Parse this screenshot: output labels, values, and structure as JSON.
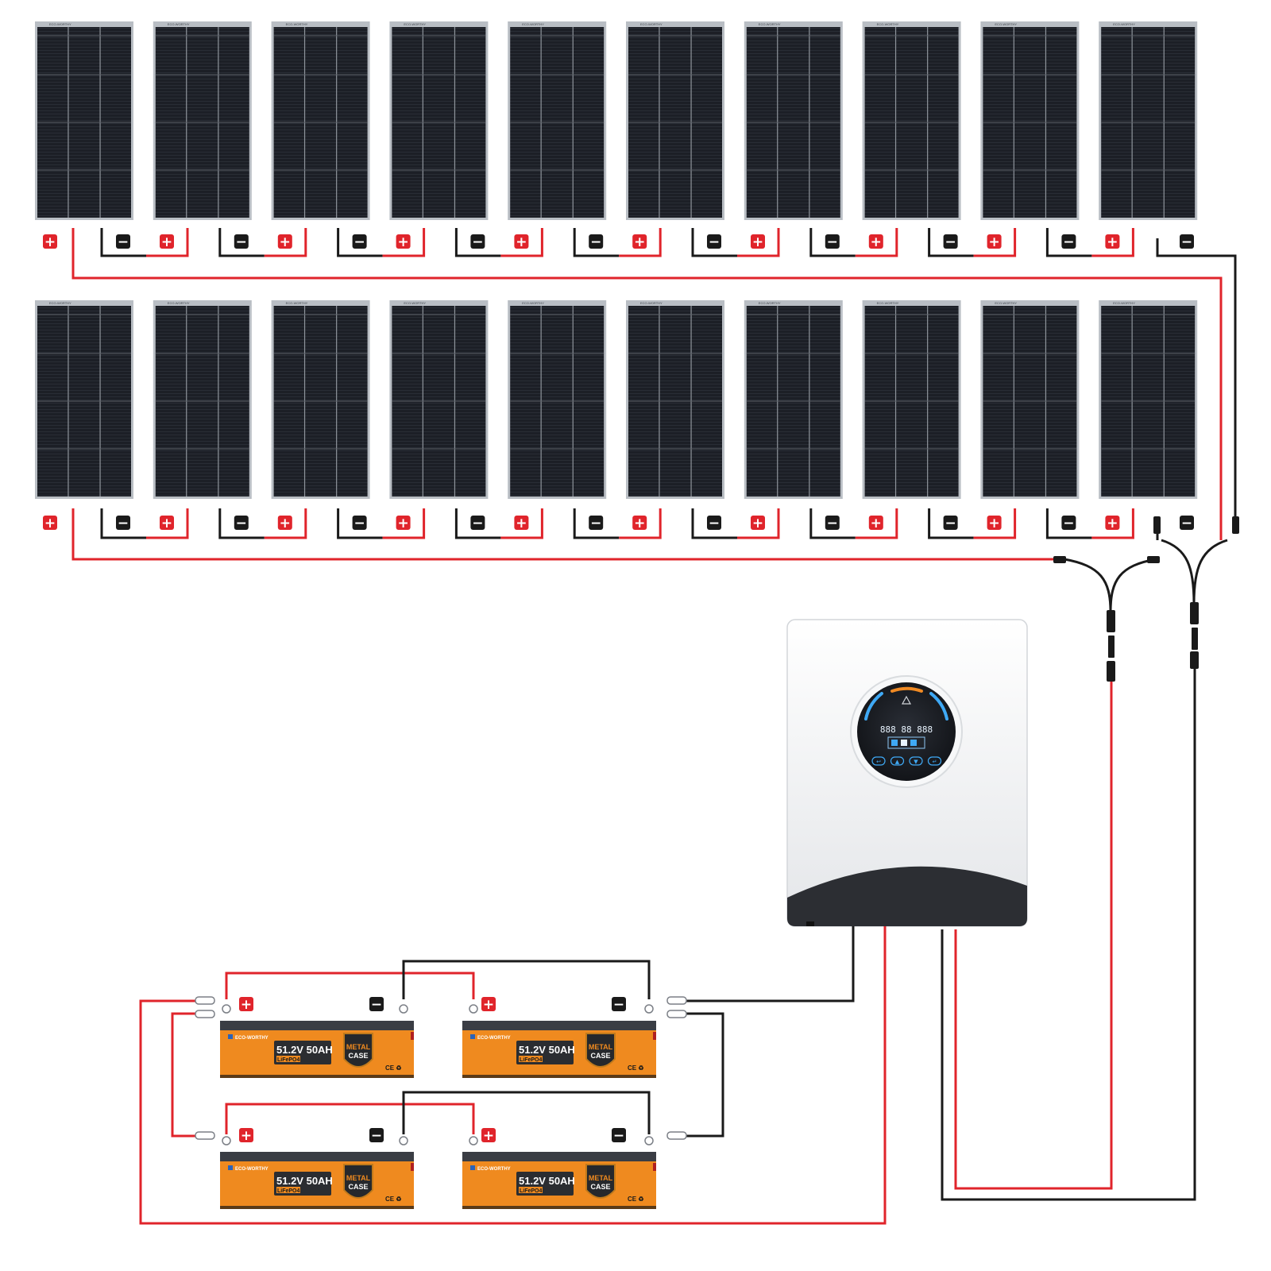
{
  "panels": {
    "rows": 2,
    "columns": 10,
    "brand_strip": "ECO-WORTHY"
  },
  "terminals": {
    "positive_symbol": "+",
    "negative_symbol": "−"
  },
  "batteries": {
    "items": [
      {
        "brand": "ECO-WORTHY",
        "rating": "51.2V 50AH",
        "chemistry": "LiFePO4",
        "badge_top": "METAL",
        "badge_bottom": "CASE",
        "cert": "CE ♻"
      },
      {
        "brand": "ECO-WORTHY",
        "rating": "51.2V 50AH",
        "chemistry": "LiFePO4",
        "badge_top": "METAL",
        "badge_bottom": "CASE",
        "cert": "CE ♻"
      },
      {
        "brand": "ECO-WORTHY",
        "rating": "51.2V 50AH",
        "chemistry": "LiFePO4",
        "badge_top": "METAL",
        "badge_bottom": "CASE",
        "cert": "CE ♻"
      },
      {
        "brand": "ECO-WORTHY",
        "rating": "51.2V 50AH",
        "chemistry": "LiFePO4",
        "badge_top": "METAL",
        "badge_bottom": "CASE",
        "cert": "CE ♻"
      }
    ]
  },
  "inverter": {
    "display_readout": "888 88 888",
    "buttons": [
      "↩",
      "▲",
      "▼",
      "↵"
    ]
  },
  "colors": {
    "positive_wire": "#e0242b",
    "negative_wire": "#1a1a1a",
    "panel_cell": "#1c1f26",
    "panel_frame": "#b9bec4",
    "battery_orange": "#ef8a1f",
    "battery_lid": "#3a3d44",
    "inverter_body": "#f1f2f4",
    "inverter_base": "#2c2e33",
    "display_blue": "#3fa9f5",
    "display_orange": "#f08a24"
  }
}
